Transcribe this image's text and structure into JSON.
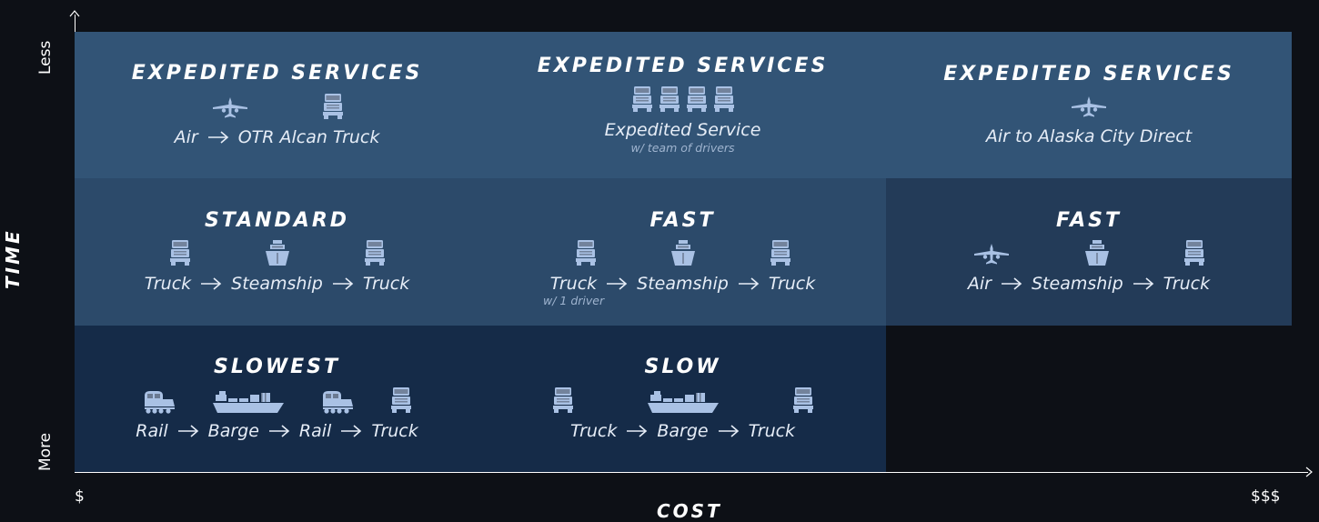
{
  "axes": {
    "y_title": "TIME",
    "y_top_label": "Less",
    "y_bottom_label": "More",
    "x_title": "COST",
    "x_left_label": "$",
    "x_right_label": "$$$"
  },
  "colors": {
    "background": "#0d1016",
    "row_top": "#325476",
    "row_mid_left": "#2c4a6a",
    "row_mid_right": "#233b58",
    "row_bottom": "#152b48",
    "icon": "#a9c1e4"
  },
  "cells": {
    "exp1": {
      "title": "EXPEDITED SERVICES",
      "icons": [
        "plane-icon",
        "truck-icon"
      ],
      "route": [
        "Air",
        "OTR Alcan Truck"
      ]
    },
    "exp2": {
      "title": "EXPEDITED SERVICES",
      "icons": [
        "truck-icon",
        "truck-icon",
        "truck-icon",
        "truck-icon"
      ],
      "route": [
        "Expedited Service"
      ],
      "note": "w/ team of drivers"
    },
    "exp3": {
      "title": "EXPEDITED SERVICES",
      "icons": [
        "plane-icon"
      ],
      "route": [
        "Air to Alaska City Direct"
      ]
    },
    "standard": {
      "title": "STANDARD",
      "icons": [
        "truck-icon",
        "ship-icon",
        "truck-icon"
      ],
      "route": [
        "Truck",
        "Steamship",
        "Truck"
      ]
    },
    "fast1": {
      "title": "FAST",
      "icons": [
        "truck-icon",
        "ship-icon",
        "truck-icon"
      ],
      "route": [
        "Truck",
        "Steamship",
        "Truck"
      ],
      "note": "w/ 1 driver"
    },
    "fast2": {
      "title": "FAST",
      "icons": [
        "plane-icon",
        "ship-icon",
        "truck-icon"
      ],
      "route": [
        "Air",
        "Steamship",
        "Truck"
      ]
    },
    "slowest": {
      "title": "SLOWEST",
      "icons": [
        "train-icon",
        "barge-icon",
        "train-icon",
        "truck-icon"
      ],
      "route": [
        "Rail",
        "Barge",
        "Rail",
        "Truck"
      ]
    },
    "slow": {
      "title": "SLOW",
      "icons": [
        "truck-icon",
        "barge-icon",
        "truck-icon"
      ],
      "route": [
        "Truck",
        "Barge",
        "Truck"
      ]
    }
  }
}
